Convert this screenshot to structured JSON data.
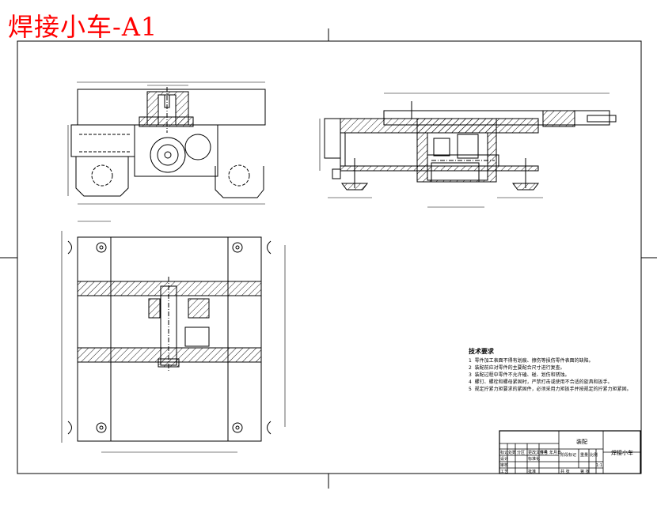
{
  "header": {
    "title": "焊接小车-A1"
  },
  "technical_requirements": {
    "heading": "技术要求",
    "notes": [
      {
        "num": "1",
        "text": "零件加工表面不得有划痕、擦伤等损伤零件表面的缺陷。"
      },
      {
        "num": "2",
        "text": "装配前应对零件的主要配合尺寸进行复查。"
      },
      {
        "num": "3",
        "text": "装配过程中零件不允许磕、碰、划伤和锈蚀。"
      },
      {
        "num": "4",
        "text": "螺钉、螺栓和螺母紧固时，严禁打击或使用不合适的旋具和扳手。"
      },
      {
        "num": "5",
        "text": "规定拧紧力矩要求的紧固件，必须采用力矩扳手并按规定的拧紧力矩紧固。"
      }
    ]
  },
  "title_block": {
    "drawing_name": "焊接小车",
    "part_label": "装配",
    "cells": {
      "mark": "标记",
      "count": "处数",
      "zone": "分区",
      "change_doc": "更改文件号",
      "signature": "签名",
      "date": "年月日",
      "design": "设计",
      "standardization": "标准化",
      "stage_mark": "阶段标记",
      "weight": "重量",
      "scale": "比例",
      "scale_value": "1:1",
      "review": "审核",
      "process": "工艺",
      "approve": "批准",
      "sheet_total": "共 张",
      "sheet_no": "第 张"
    }
  }
}
